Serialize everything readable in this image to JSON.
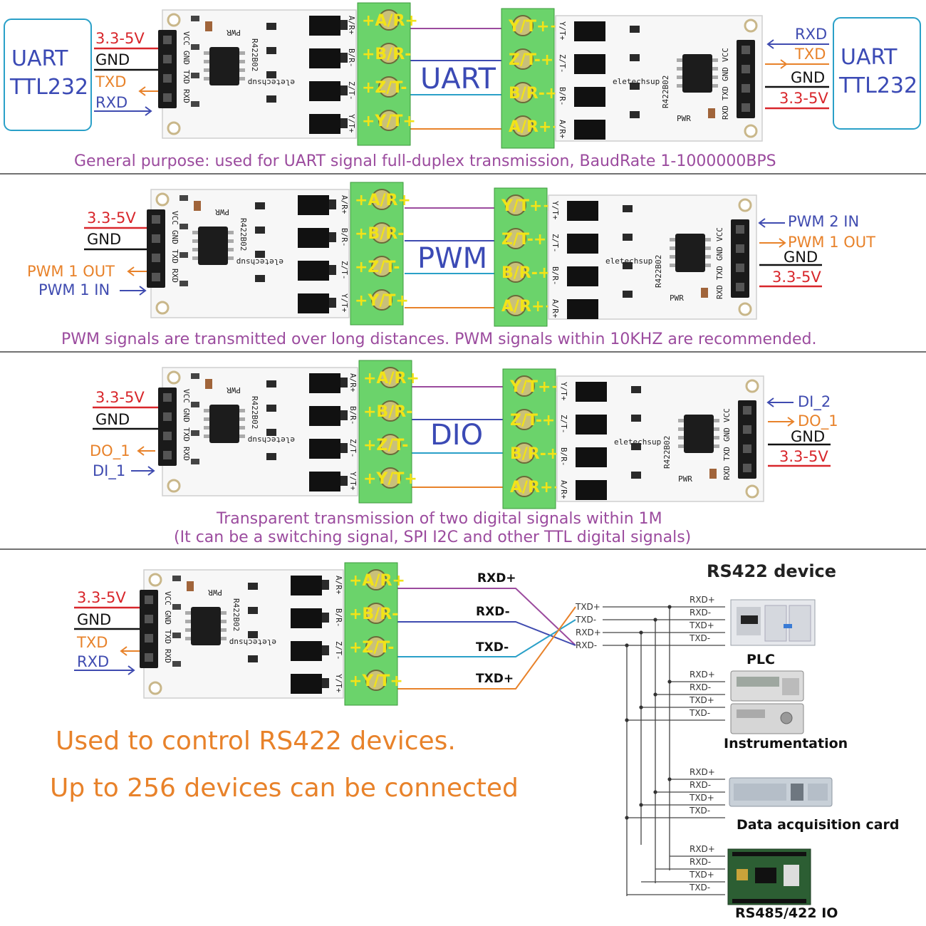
{
  "section1": {
    "left_box": [
      "UART",
      "TTL232"
    ],
    "right_box": [
      "UART",
      "TTL232"
    ],
    "left_pins": [
      "3.3-5V",
      "GND",
      "TXD",
      "RXD"
    ],
    "right_pins": [
      "RXD",
      "TXD",
      "GND",
      "3.3-5V"
    ],
    "center_label": "UART",
    "caption": "General purpose: used for UART signal full-duplex transmission, BaudRate 1-1000000BPS"
  },
  "section2": {
    "left_pins": [
      "3.3-5V",
      "GND",
      "PWM 1 OUT",
      "PWM 1 IN"
    ],
    "right_pins": [
      "PWM 2 IN",
      "PWM 1 OUT",
      "GND",
      "3.3-5V"
    ],
    "center_label": "PWM",
    "caption": "PWM signals are transmitted over long distances. PWM signals within 10KHZ are recommended."
  },
  "section3": {
    "left_pins": [
      "3.3-5V",
      "GND",
      "DO_1",
      "DI_1"
    ],
    "right_pins": [
      "DI_2",
      "DO_1",
      "GND",
      "3.3-5V"
    ],
    "center_label": "DIO",
    "caption_line1": "Transparent transmission of two digital signals within 1M",
    "caption_line2": "(It can be a switching signal, SPI I2C and other TTL digital signals)"
  },
  "section4": {
    "left_pins": [
      "3.3-5V",
      "GND",
      "TXD",
      "RXD"
    ],
    "wire_labels": [
      "RXD+",
      "RXD-",
      "TXD-",
      "TXD+"
    ],
    "bus_labels": [
      "TXD+",
      "TXD-",
      "RXD+",
      "RXD-"
    ],
    "device_bus_labels": [
      "RXD+",
      "RXD-",
      "TXD+",
      "TXD-"
    ],
    "title": "RS422 device",
    "devices": [
      "PLC",
      "Instrumentation",
      "Data acquisition card",
      "RS485/422 IO"
    ],
    "note1": "Used to control RS422 devices.",
    "note2": "Up to 256 devices can be connected"
  },
  "board": {
    "pin_labels": [
      "VCC",
      "GND",
      "TXD",
      "RXD"
    ],
    "chip": "R422B02",
    "brand": "eletechsup",
    "pwr": "PWR",
    "terminals_left": [
      "A/R+",
      "B/R-",
      "Z/T-",
      "Y/T+"
    ],
    "terminals_right": [
      "Y/T+",
      "Z/T-",
      "B/R-",
      "A/R+"
    ]
  },
  "colors": {
    "vcc": "#d8262b",
    "gnd": "#111111",
    "tx": "#e8822a",
    "rx": "#3f4bb0",
    "caption": "#9b4b9e",
    "note": "#e8822a",
    "wire_purple": "#9b4b9e",
    "wire_blue": "#3f4bb0",
    "wire_cyan": "#2aa0c8",
    "wire_orange": "#e8822a",
    "pcb": "#f7f7f7",
    "terminal": "#6bd36b"
  }
}
